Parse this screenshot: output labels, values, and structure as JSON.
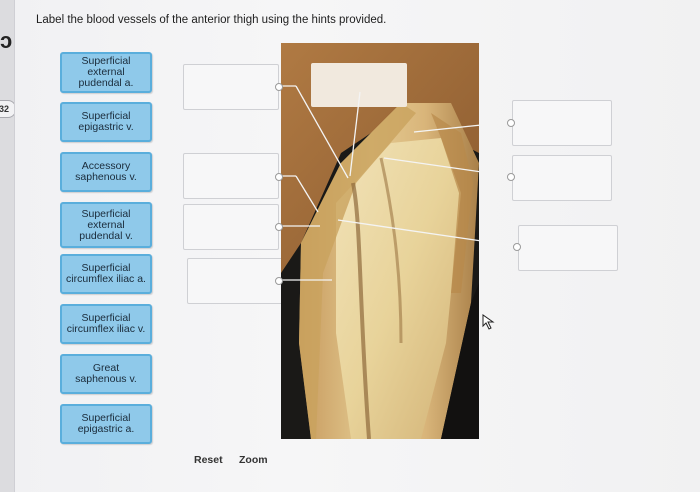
{
  "question": "Label the blood vessels of the anterior thigh using the hints provided.",
  "side_badge": "32",
  "chips": [
    {
      "label": "Superficial external pudendal a."
    },
    {
      "label": "Superficial epigastric v."
    },
    {
      "label": "Accessory saphenous v."
    },
    {
      "label": "Superficial external pudendal v."
    },
    {
      "label": "Superficial circumflex iliac a."
    },
    {
      "label": "Superficial circumflex iliac v."
    },
    {
      "label": "Great saphenous v."
    },
    {
      "label": "Superficial epigastric a."
    }
  ],
  "controls": {
    "reset": "Reset",
    "zoom": "Zoom"
  },
  "colors": {
    "chip_fill": "#8fc9ea",
    "chip_border": "#5aaedc"
  }
}
